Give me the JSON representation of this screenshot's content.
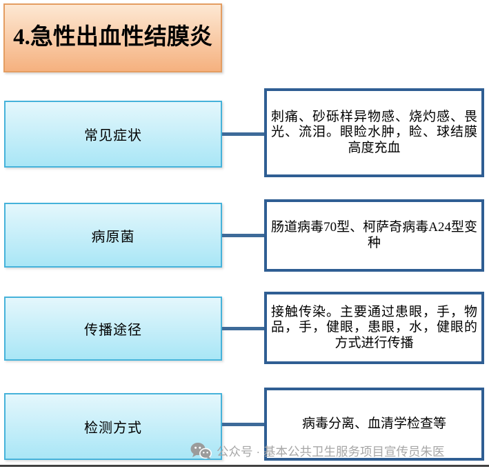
{
  "slide": {
    "title": "4.急性出血性结膜炎",
    "rows": [
      {
        "label": "常见症状",
        "detail": "刺痛、砂砾样异物感、烧灼感、畏光、流泪。眼睑水肿，睑、球结膜高度充血"
      },
      {
        "label": "病原菌",
        "detail": "肠道病毒70型、柯萨奇病毒A24型变种"
      },
      {
        "label": "传播途径",
        "detail": "接触传染。主要通过患眼，手，物品，手，健眼，患眼，水，健眼的方式进行传播"
      },
      {
        "label": "检测方式",
        "detail": "病毒分离、血清学检查等"
      }
    ],
    "watermark": {
      "icon": "wechat-icon",
      "text": "公众号 · 基本公共卫生服务项目宣传员朱医"
    }
  },
  "colors": {
    "title-top": "#fde8d3",
    "title-bottom": "#f5b17f",
    "title-border": "#e49d61",
    "topic-top": "#e4f7fc",
    "topic-bottom": "#a9e6f6",
    "topic-border": "#45b2da",
    "detail-border": "#2f5e93",
    "connector": "#3d6a99",
    "watermark": "#a7a7a7",
    "divider": "#404040",
    "text": "#000000"
  }
}
